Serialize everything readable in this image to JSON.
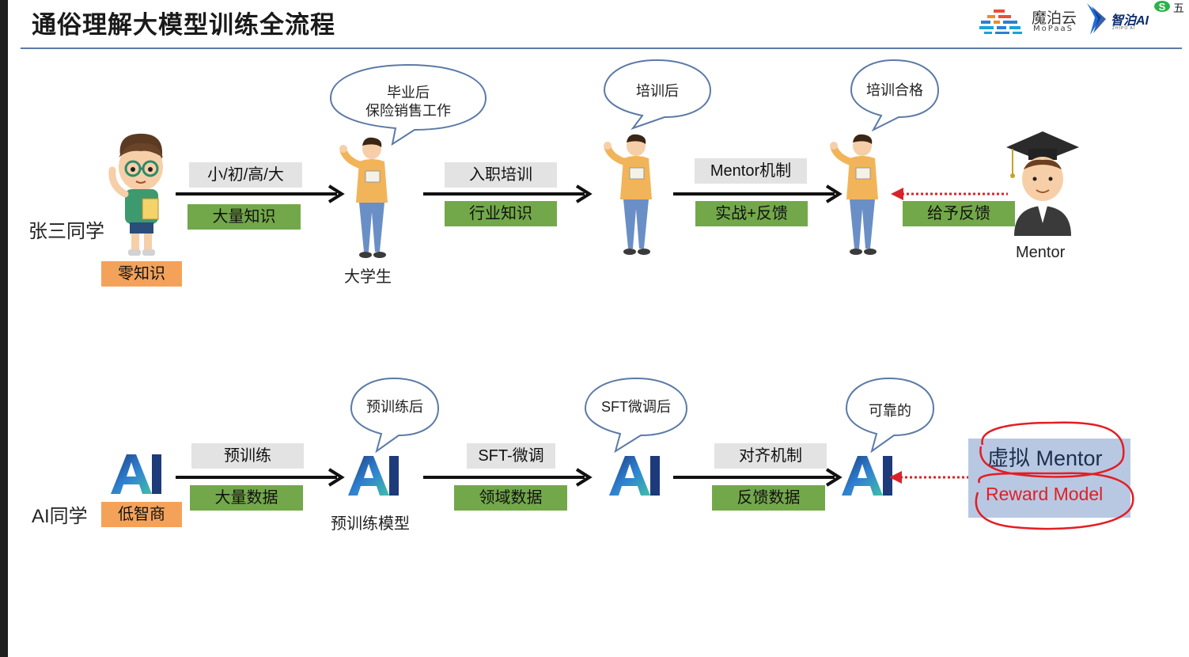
{
  "title": "通俗理解大模型训练全流程",
  "logos": {
    "mopaas_cn": "魔泊云",
    "mopaas_en": "MoPaaS",
    "zhipu": "智泊AI",
    "zhipu_sub": "ZHIPO AI",
    "corner": "五"
  },
  "human_row": {
    "label": "张三同学",
    "start_tag": "零知识",
    "steps": [
      {
        "top": "小/初/高/大",
        "bottom": "大量知识"
      },
      {
        "top": "入职培训",
        "bottom": "行业知识"
      },
      {
        "top": "Mentor机制",
        "bottom": "实战+反馈"
      }
    ],
    "bubbles": [
      {
        "line1": "毕业后",
        "line2": "保险销售工作"
      },
      {
        "line1": "培训后",
        "line2": ""
      },
      {
        "line1": "培训合格",
        "line2": ""
      }
    ],
    "figure_caption": "大学生",
    "feedback_tag": "给予反馈",
    "mentor_label": "Mentor"
  },
  "ai_row": {
    "label": "AI同学",
    "start_tag": "低智商",
    "ai_mark": "AI",
    "steps": [
      {
        "top": "预训练",
        "bottom": "大量数据"
      },
      {
        "top": "SFT-微调",
        "bottom": "领域数据"
      },
      {
        "top": "对齐机制",
        "bottom": "反馈数据"
      }
    ],
    "bubbles": [
      {
        "line1": "预训练后"
      },
      {
        "line1": "SFT微调后"
      },
      {
        "line1": "可靠的"
      }
    ],
    "model_caption": "预训练模型",
    "virtual_mentor": "虚拟 Mentor",
    "reward_model": "Reward Model"
  },
  "colors": {
    "green": "#73a84a",
    "gray": "#e3e3e3",
    "orange": "#f4a25a",
    "feedback_arrow": "#d9232a",
    "mentor_box": "#b8c8e3",
    "scribble": "#e31e24"
  }
}
